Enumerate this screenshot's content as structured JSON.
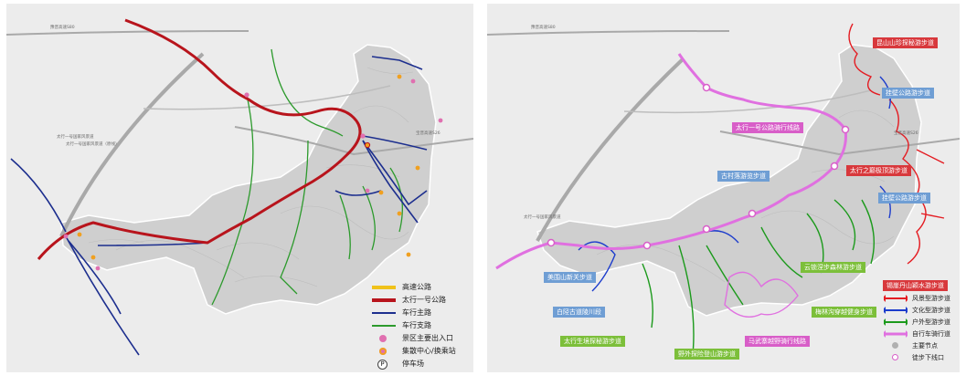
{
  "left_map": {
    "road_labels": [
      "豫晋高速S80",
      "太行一号国家风景道",
      "太行一号国家风景道（原线）",
      "宝晋高速S26"
    ],
    "legend": [
      {
        "label": "高速公路",
        "style": "line",
        "color": "#f0c21a"
      },
      {
        "label": "太行一号公路",
        "style": "line",
        "color": "#b8141c"
      },
      {
        "label": "车行主路",
        "style": "line",
        "color": "#1c2e8e"
      },
      {
        "label": "车行支路",
        "style": "line",
        "color": "#2c9a2c"
      },
      {
        "label": "景区主要出入口",
        "style": "dot",
        "color": "#e070b0"
      },
      {
        "label": "集散中心/换乘站",
        "style": "dot",
        "color": "#f0a020"
      },
      {
        "label": "停车场",
        "style": "parking",
        "icon": "parking-icon",
        "glyph": "P",
        "color": "#444444"
      }
    ]
  },
  "right_map": {
    "road_labels": [
      "豫晋高速S80",
      "太行一号国家风景道",
      "宝晋高速S26"
    ],
    "trail_labels": [
      {
        "text": "昆山山珍探秘游步道",
        "color": "#d8383c"
      },
      {
        "text": "挂壁公路游步道",
        "color": "#6f9ed4"
      },
      {
        "text": "太行一号公路骑行线路",
        "color": "#d85ec8"
      },
      {
        "text": "古村落游览步道",
        "color": "#6f9ed4"
      },
      {
        "text": "太行之巅极顶游步道",
        "color": "#d8383c"
      },
      {
        "text": "挂壁公路游步道",
        "color": "#6f9ed4"
      },
      {
        "text": "美围山新关步道",
        "color": "#6f9ed4"
      },
      {
        "text": "云锁涅步森林游步道",
        "color": "#7cbf3a"
      },
      {
        "text": "锡崖丹山颖水游步道",
        "color": "#d8383c"
      },
      {
        "text": "白陉古道陵川段",
        "color": "#6f9ed4"
      },
      {
        "text": "梅林沟穿越健身步道",
        "color": "#7cbf3a"
      },
      {
        "text": "太行生境探秘游步道",
        "color": "#7cbf3a"
      },
      {
        "text": "马武寨越野骑行线路",
        "color": "#d85ec8"
      },
      {
        "text": "野外探险登山游步道",
        "color": "#7cbf3a"
      }
    ],
    "legend": [
      {
        "label": "风景型游步道",
        "style": "arrow",
        "color": "#e41c22"
      },
      {
        "label": "文化型游步道",
        "style": "arrow",
        "color": "#1c3ccc"
      },
      {
        "label": "户外型游步道",
        "style": "arrow",
        "color": "#1c9a1c"
      },
      {
        "label": "自行车骑行道",
        "style": "arrow",
        "color": "#e070e0"
      },
      {
        "label": "主要节点",
        "style": "dot",
        "color": "#b0b0b0"
      },
      {
        "label": "徒步下线口",
        "style": "ring",
        "color": "#d85ec8"
      }
    ]
  }
}
